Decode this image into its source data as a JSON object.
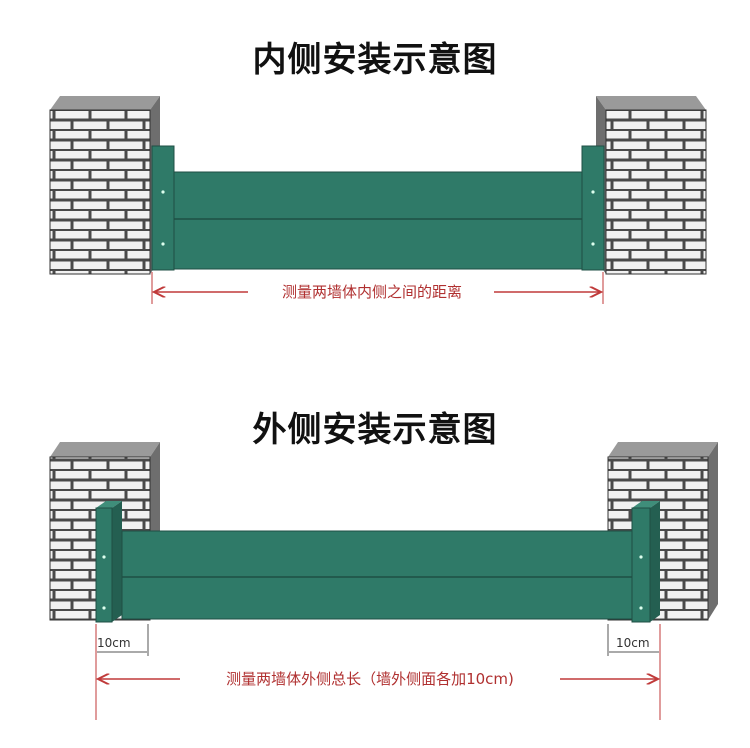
{
  "inner": {
    "title": "内侧安装示意图",
    "measure_label": "测量两墙体内侧之间的距离"
  },
  "outer": {
    "title": "外侧安装示意图",
    "measure_label": "测量两墙体外侧总长（墙外侧面各加10cm)",
    "left_offset_label": "10cm",
    "right_offset_label": "10cm"
  },
  "colors": {
    "panel": "#2f7a68",
    "panel_dark": "#245f51",
    "brick_face": "#f2f2f2",
    "mortar": "#4a4a4a",
    "dimension": "#c03a3a"
  }
}
